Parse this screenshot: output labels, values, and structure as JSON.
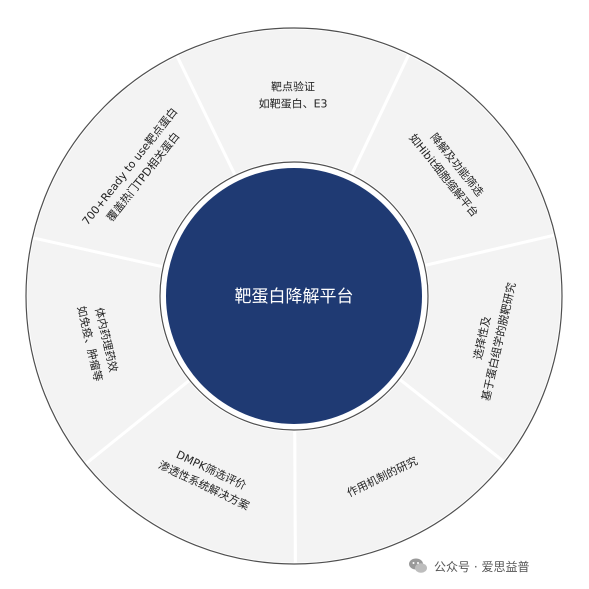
{
  "diagram": {
    "center_label": "靶蛋白降解平台",
    "segments": [
      {
        "id": "target-validation",
        "lines": [
          "靶点验证",
          "如靶蛋白、E3"
        ]
      },
      {
        "id": "degradation-screening",
        "lines": [
          "降解及功能筛选",
          "如Hibit细胞缩解平台"
        ]
      },
      {
        "id": "selectivity",
        "lines": [
          "选择性及",
          "基于蛋白组学的脱靶研究"
        ]
      },
      {
        "id": "mechanism",
        "lines": [
          "作用机制的研究"
        ]
      },
      {
        "id": "dmpk",
        "lines": [
          "DMPK筛选评价",
          "渗透性系统解决方案"
        ]
      },
      {
        "id": "in-vivo",
        "lines": [
          "体内药理药效",
          "如免疫、肿瘤等"
        ]
      },
      {
        "id": "ready-to-use",
        "lines": [
          "700+Ready to use靶点蛋白",
          "覆盖热门TPD相关蛋白"
        ]
      }
    ],
    "colors": {
      "center": "#1f3a73",
      "segment": "#f3f3f3",
      "rim": "#4f4f4f",
      "divider": "#ffffff"
    }
  },
  "watermark": {
    "text": "公众号 · 爱思益普",
    "icon": "wechat-icon"
  }
}
